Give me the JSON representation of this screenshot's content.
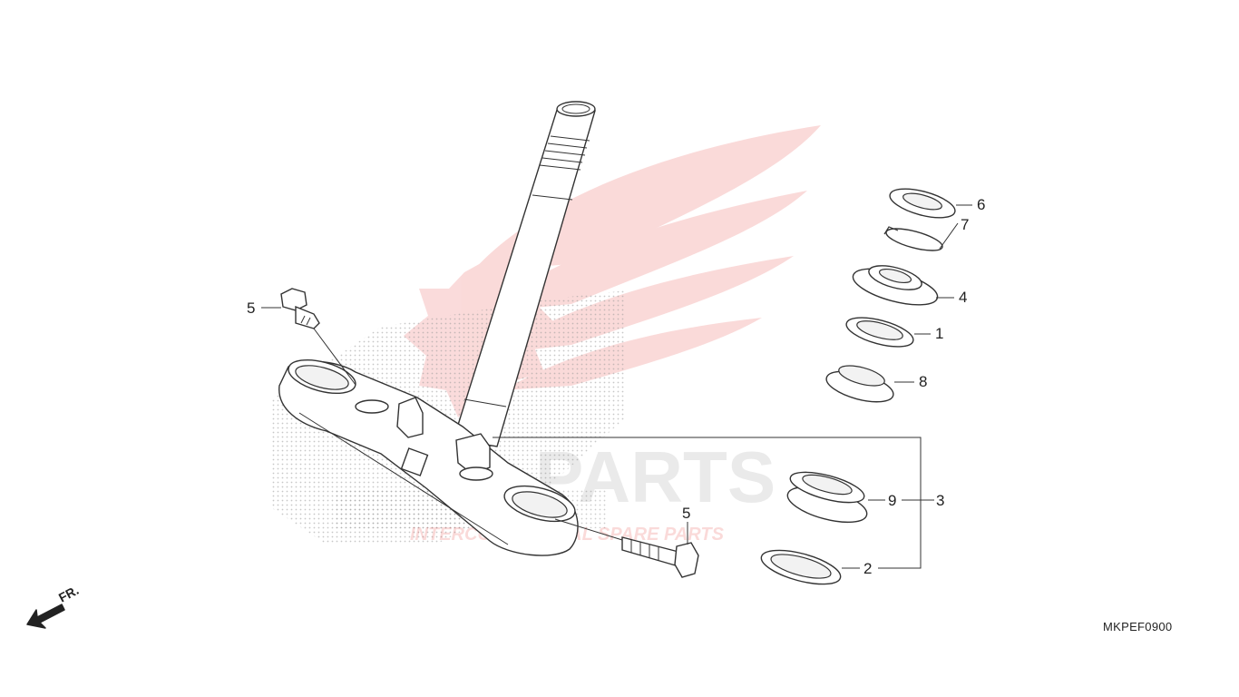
{
  "diagram_code": "MKPEF0900",
  "front_indicator": "FR.",
  "watermark": {
    "brand": "PARTS",
    "tagline": "INTERCONTINENTAL SPARE PARTS",
    "color": "#e53935"
  },
  "callouts": {
    "p1": "1",
    "p2": "2",
    "p3": "3",
    "p4": "4",
    "p5a": "5",
    "p5b": "5",
    "p6": "6",
    "p7": "7",
    "p8": "8",
    "p9": "9"
  },
  "icons": [
    "front-arrow-icon"
  ]
}
